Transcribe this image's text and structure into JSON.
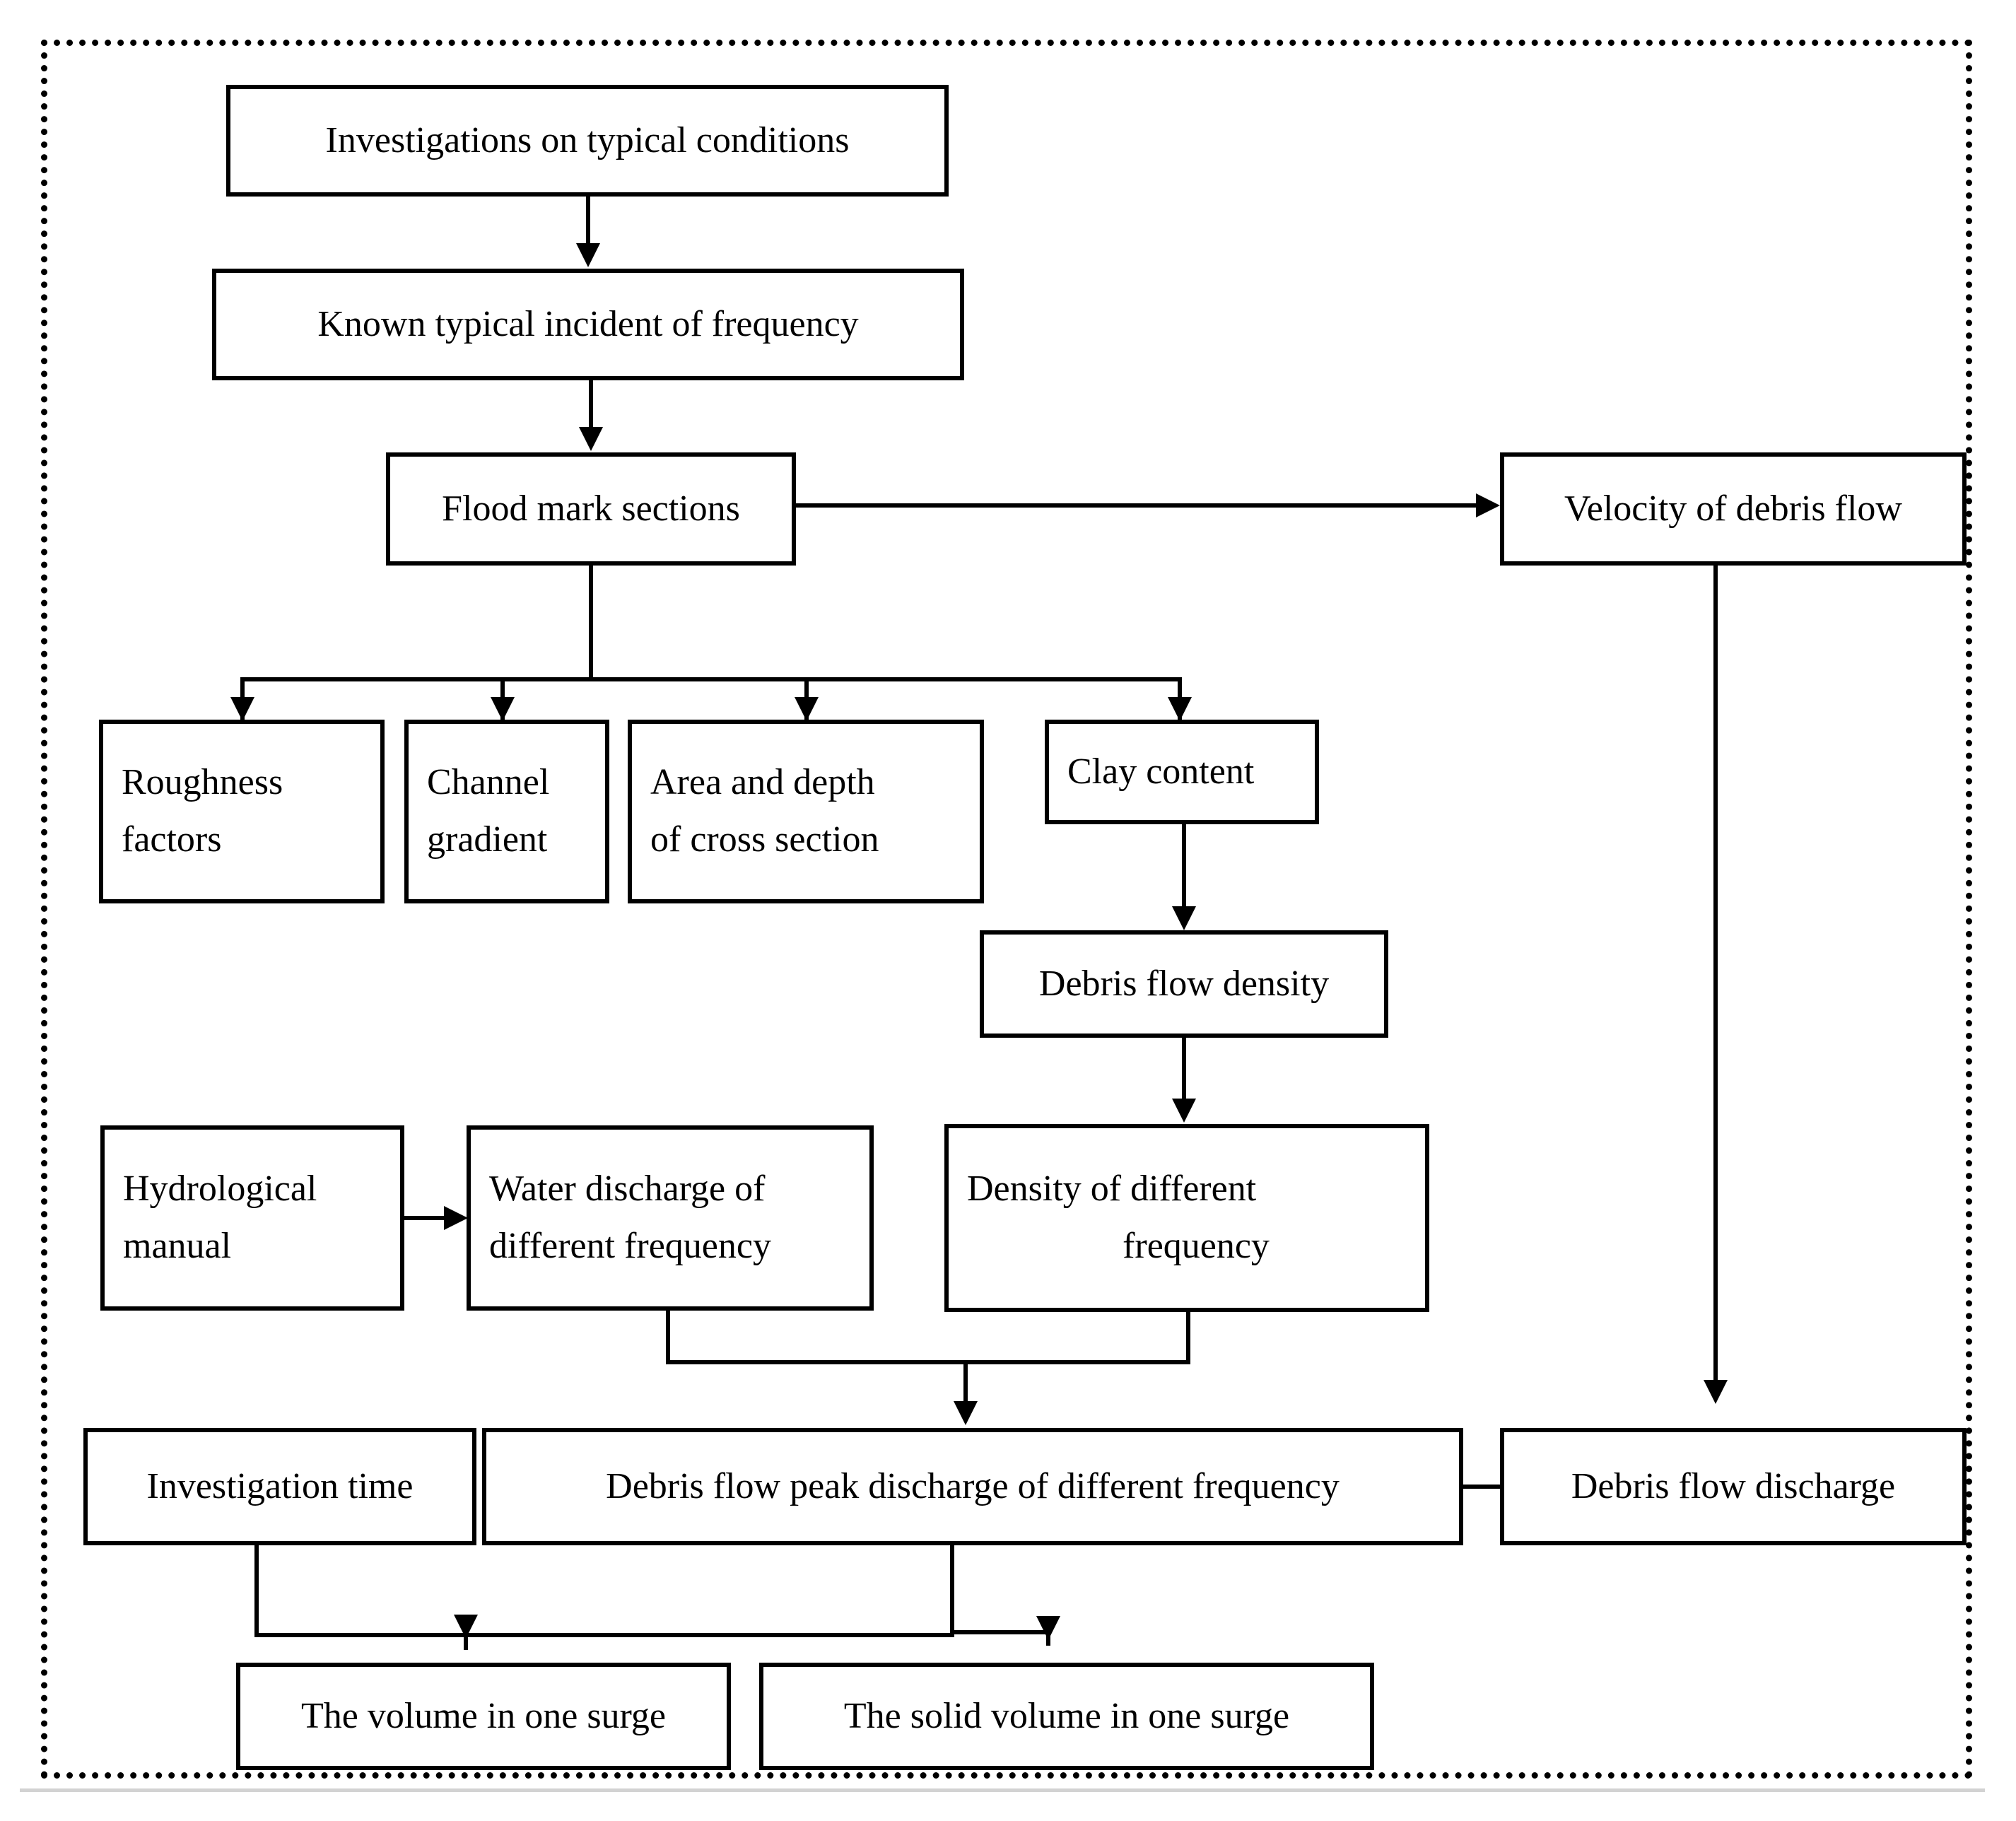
{
  "diagram": {
    "title": "Debris flow parameter determination flowchart",
    "frame_style": "dotted",
    "nodes": {
      "investigations": {
        "label": "Investigations on typical conditions"
      },
      "known_frequency": {
        "label": "Known typical incident of frequency"
      },
      "flood_mark": {
        "label": "Flood mark sections"
      },
      "velocity": {
        "label": "Velocity of debris flow"
      },
      "roughness": {
        "line1": "Roughness",
        "line2": "factors"
      },
      "channel_gradient": {
        "line1": "Channel",
        "line2": "gradient"
      },
      "area_depth": {
        "line1": "Area and depth",
        "line2": "of cross section"
      },
      "clay_content": {
        "label": "Clay content"
      },
      "debris_density": {
        "label": "Debris flow density"
      },
      "hydro_manual": {
        "line1": "Hydrological",
        "line2": "manual"
      },
      "water_discharge": {
        "line1": "Water discharge of",
        "line2": "different frequency"
      },
      "density_frequency": {
        "line1": "Density of different",
        "line2": "frequency"
      },
      "investigation_time": {
        "label": "Investigation time"
      },
      "peak_discharge": {
        "label": "Debris flow peak discharge of different frequency"
      },
      "debris_discharge": {
        "label": "Debris flow discharge"
      },
      "volume_one_surge": {
        "label": "The volume in one surge"
      },
      "solid_volume_one_surge": {
        "label": "The solid volume in one surge"
      }
    },
    "edges": [
      {
        "from": "investigations",
        "to": "known_frequency",
        "kind": "down-arrow"
      },
      {
        "from": "known_frequency",
        "to": "flood_mark",
        "kind": "down-arrow"
      },
      {
        "from": "flood_mark",
        "to": "velocity",
        "kind": "right-arrow"
      },
      {
        "from": "flood_mark",
        "to": "roughness",
        "kind": "fan-down-arrow"
      },
      {
        "from": "flood_mark",
        "to": "channel_gradient",
        "kind": "fan-down-arrow"
      },
      {
        "from": "flood_mark",
        "to": "area_depth",
        "kind": "fan-down-arrow"
      },
      {
        "from": "flood_mark",
        "to": "clay_content",
        "kind": "fan-down-arrow"
      },
      {
        "from": "clay_content",
        "to": "debris_density",
        "kind": "down-arrow"
      },
      {
        "from": "debris_density",
        "to": "density_frequency",
        "kind": "down-arrow"
      },
      {
        "from": "hydro_manual",
        "to": "water_discharge",
        "kind": "right-arrow"
      },
      {
        "from": "water_discharge",
        "to": "peak_discharge",
        "kind": "merge-down-arrow"
      },
      {
        "from": "density_frequency",
        "to": "peak_discharge",
        "kind": "merge-down-arrow"
      },
      {
        "from": "velocity",
        "to": "debris_discharge",
        "kind": "down-arrow"
      },
      {
        "from": "debris_discharge",
        "to": "peak_discharge",
        "kind": "left-arrow"
      },
      {
        "from": "investigation_time",
        "to": "volume_one_surge",
        "kind": "elbow-down-arrow"
      },
      {
        "from": "peak_discharge",
        "to": "volume_one_surge",
        "kind": "elbow-down-arrow"
      },
      {
        "from": "peak_discharge",
        "to": "solid_volume_one_surge",
        "kind": "elbow-down-arrow"
      }
    ],
    "colors": {
      "line": "#000000",
      "box_fill": "#ffffff",
      "frame": "#000000",
      "rule": "#d2d2d2"
    }
  }
}
